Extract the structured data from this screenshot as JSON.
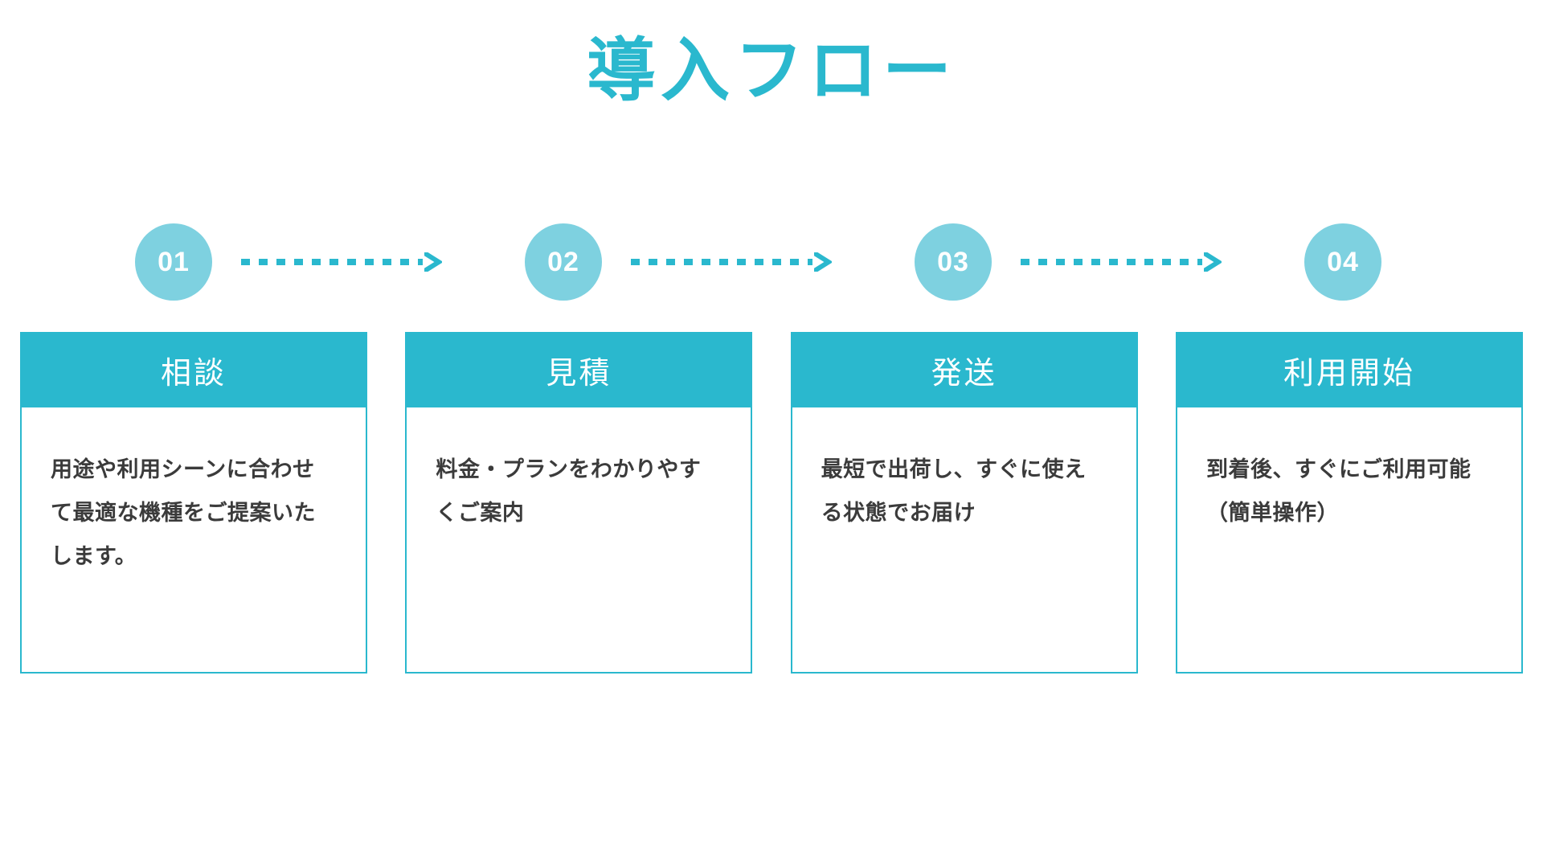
{
  "page": {
    "title": "導入フロー",
    "background_color": "#ffffff",
    "accent_color": "#2ab8ce",
    "step_circle_color": "#7ed1e0",
    "body_text_color": "#3b3b3b"
  },
  "steps": [
    {
      "number": "01",
      "header": "相談",
      "body": "用途や利用シーンに合わせて最適な機種をご提案いたします。"
    },
    {
      "number": "02",
      "header": "見積",
      "body": "料金・プランをわかりやすくご案内"
    },
    {
      "number": "03",
      "header": "発送",
      "body": "最短で出荷し、すぐに使える状態でお届け"
    },
    {
      "number": "04",
      "header": "利用開始",
      "body": "到着後、すぐにご利用可能（簡単操作）"
    }
  ],
  "connectors": [
    {
      "icon": "dotted-arrow-right-icon"
    },
    {
      "icon": "dotted-arrow-right-icon"
    },
    {
      "icon": "dotted-arrow-right-icon"
    }
  ]
}
